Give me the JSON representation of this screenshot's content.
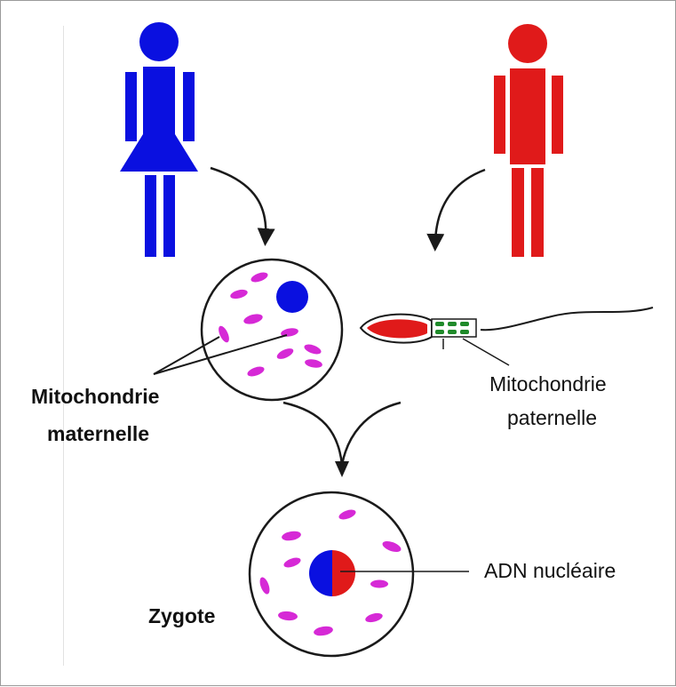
{
  "figure": {
    "labels": {
      "mito_maternal": [
        "Mitochondrie",
        "maternelle"
      ],
      "mito_paternal": [
        "Mitochondrie",
        "paternelle"
      ],
      "nuclear_dna": "ADN nucléaire",
      "zygote": "Zygote"
    },
    "nodes": [
      {
        "id": "mother",
        "icon": "female-figure-icon"
      },
      {
        "id": "father",
        "icon": "male-figure-icon"
      },
      {
        "id": "egg",
        "icon": "egg-cell-icon"
      },
      {
        "id": "sperm",
        "icon": "sperm-cell-icon"
      },
      {
        "id": "zygote",
        "icon": "zygote-cell-icon"
      }
    ],
    "edges": [
      {
        "from": "mother",
        "to": "egg"
      },
      {
        "from": "father",
        "to": "sperm"
      },
      {
        "from": "egg",
        "to": "zygote"
      },
      {
        "from": "sperm",
        "to": "zygote"
      }
    ],
    "colors": {
      "maternal": "#0a10e0",
      "paternal": "#e01a1a",
      "mitochondria": "#d629d6",
      "sperm_midpiece": "#1f8a2a",
      "cell_outline": "#1a1a1a",
      "arrow": "#1a1a1a"
    }
  }
}
